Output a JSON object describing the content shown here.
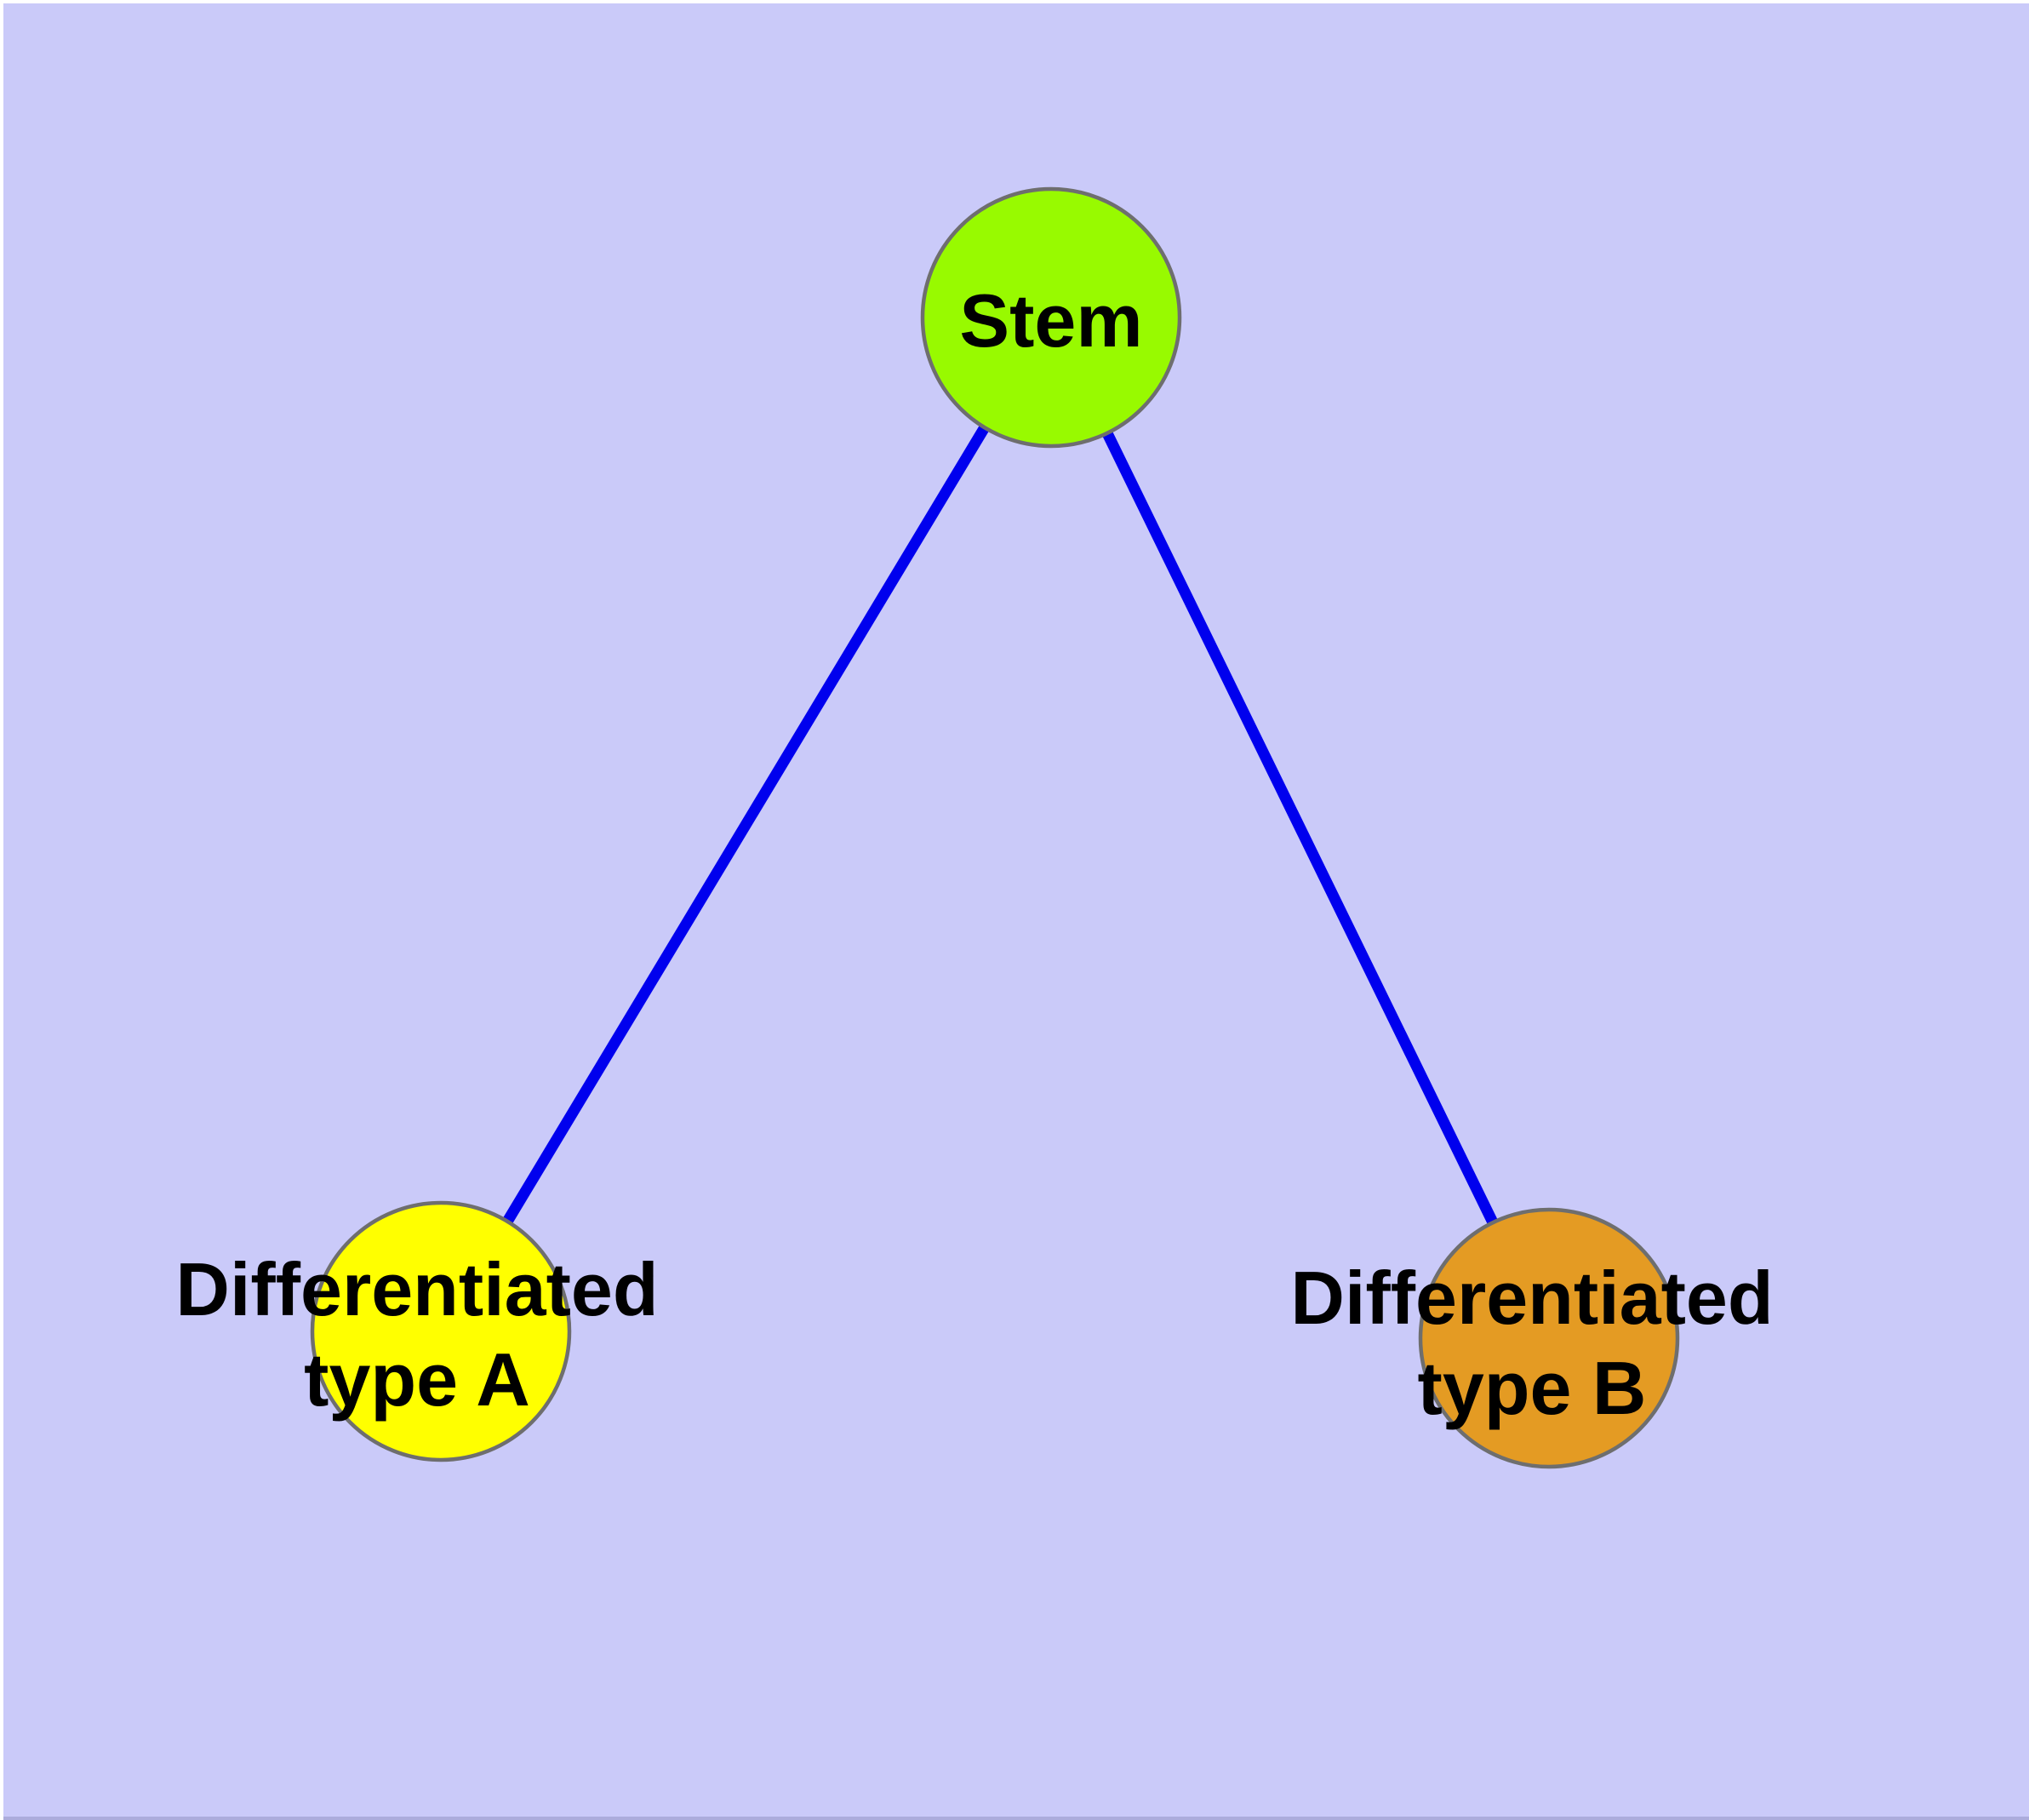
{
  "diagram": {
    "background_color": "#CACAF9",
    "margin_color": "#FFFFFF",
    "node_border_color": "#6E6E6E",
    "edge_color": "#0000EE",
    "label_color": "#000000",
    "nodes": [
      {
        "id": "stem",
        "label": "Stem",
        "fill": "#98FA00"
      },
      {
        "id": "differentiated-type-a",
        "label": "Differentiated\ntype A",
        "fill": "#FFFF00"
      },
      {
        "id": "differentiated-type-b",
        "label": "Differentiated\ntype B",
        "fill": "#E49B23"
      }
    ],
    "edges": [
      {
        "from": "stem",
        "to": "differentiated-type-a"
      },
      {
        "from": "stem",
        "to": "differentiated-type-b"
      }
    ]
  }
}
